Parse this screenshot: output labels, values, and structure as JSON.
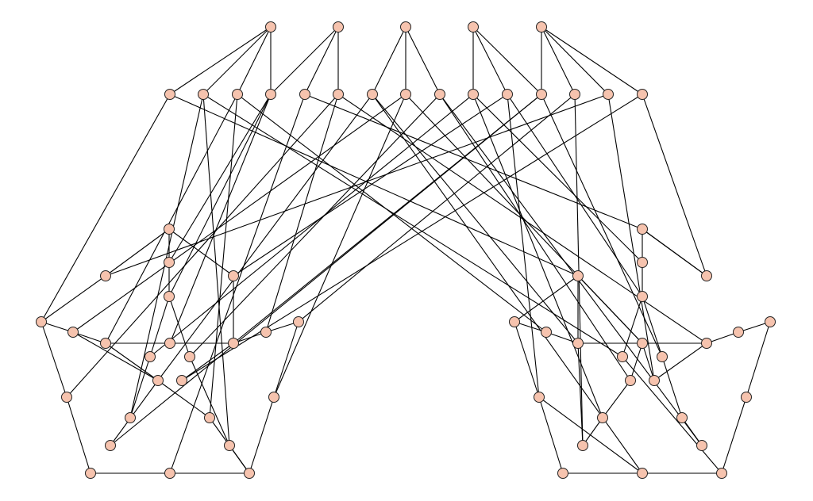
{
  "diagram": {
    "type": "graph",
    "node_color": "#F6C3AE",
    "edge_color": "#000000",
    "node_count": 75,
    "edge_count": 113
  }
}
